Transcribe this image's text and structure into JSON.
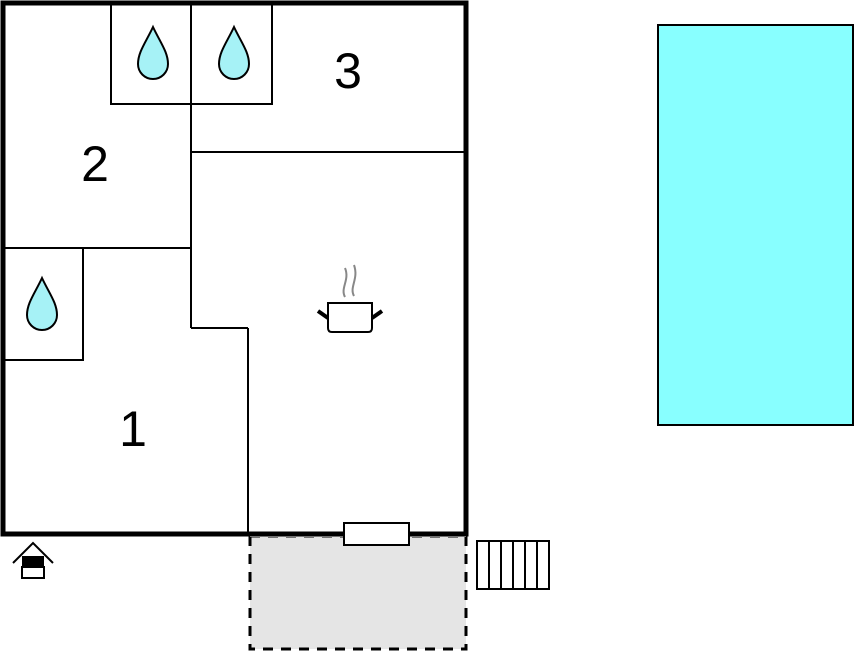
{
  "rooms": [
    {
      "label": "1"
    },
    {
      "label": "2"
    },
    {
      "label": "3"
    }
  ],
  "icons": {
    "bathroom": "water-drop-icon",
    "kitchen": "cooking-pot-icon",
    "entrance": "entrance-house-icon",
    "stairs": "stairs-icon",
    "pool": "swimming-pool"
  },
  "colors": {
    "pool": "#88ffff",
    "water_drop": "#a6f2f6",
    "terrace": "#e5e5e5",
    "wall": "#000000"
  }
}
